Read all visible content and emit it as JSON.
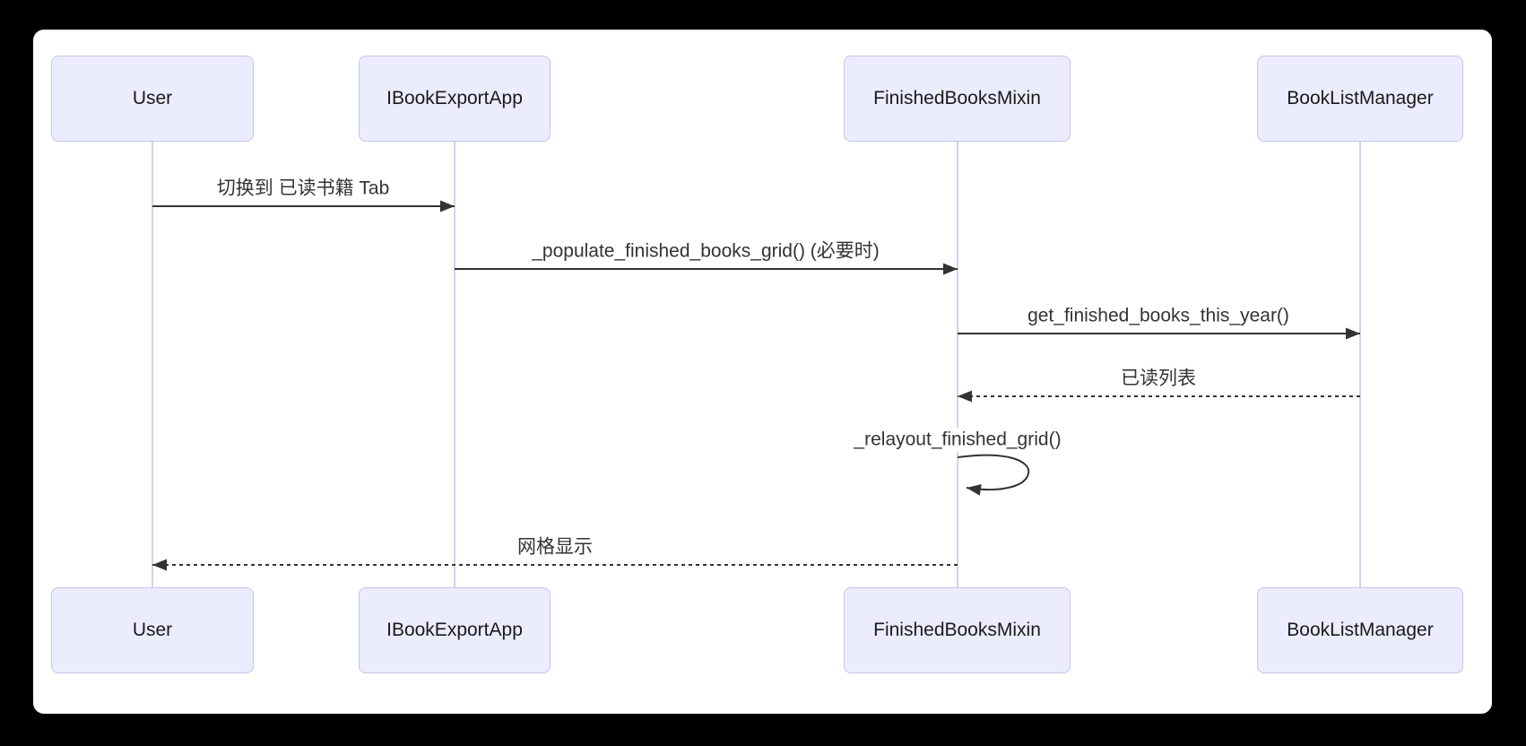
{
  "diagram": {
    "type": "sequence",
    "participants": [
      {
        "id": "user",
        "label": "User"
      },
      {
        "id": "ibookexportapp",
        "label": "IBookExportApp"
      },
      {
        "id": "finishedbooksmixin",
        "label": "FinishedBooksMixin"
      },
      {
        "id": "booklistmanager",
        "label": "BookListManager"
      }
    ],
    "messages": [
      {
        "from": "User",
        "to": "IBookExportApp",
        "label": "切换到 已读书籍 Tab",
        "type": "solid"
      },
      {
        "from": "IBookExportApp",
        "to": "FinishedBooksMixin",
        "label": "_populate_finished_books_grid() (必要时)",
        "type": "solid"
      },
      {
        "from": "FinishedBooksMixin",
        "to": "BookListManager",
        "label": "get_finished_books_this_year()",
        "type": "solid"
      },
      {
        "from": "BookListManager",
        "to": "FinishedBooksMixin",
        "label": "已读列表",
        "type": "dashed"
      },
      {
        "from": "FinishedBooksMixin",
        "to": "FinishedBooksMixin",
        "label": "_relayout_finished_grid()",
        "type": "self"
      },
      {
        "from": "FinishedBooksMixin",
        "to": "User",
        "label": "网格显示",
        "type": "dashed"
      }
    ],
    "colors": {
      "page_background": "#000000",
      "card_background": "#ffffff",
      "actor_fill": "#ECECFF",
      "actor_border": "#C8C4E9",
      "lifeline": "#D5D0EC",
      "arrow": "#333333",
      "text": "#333333"
    }
  }
}
